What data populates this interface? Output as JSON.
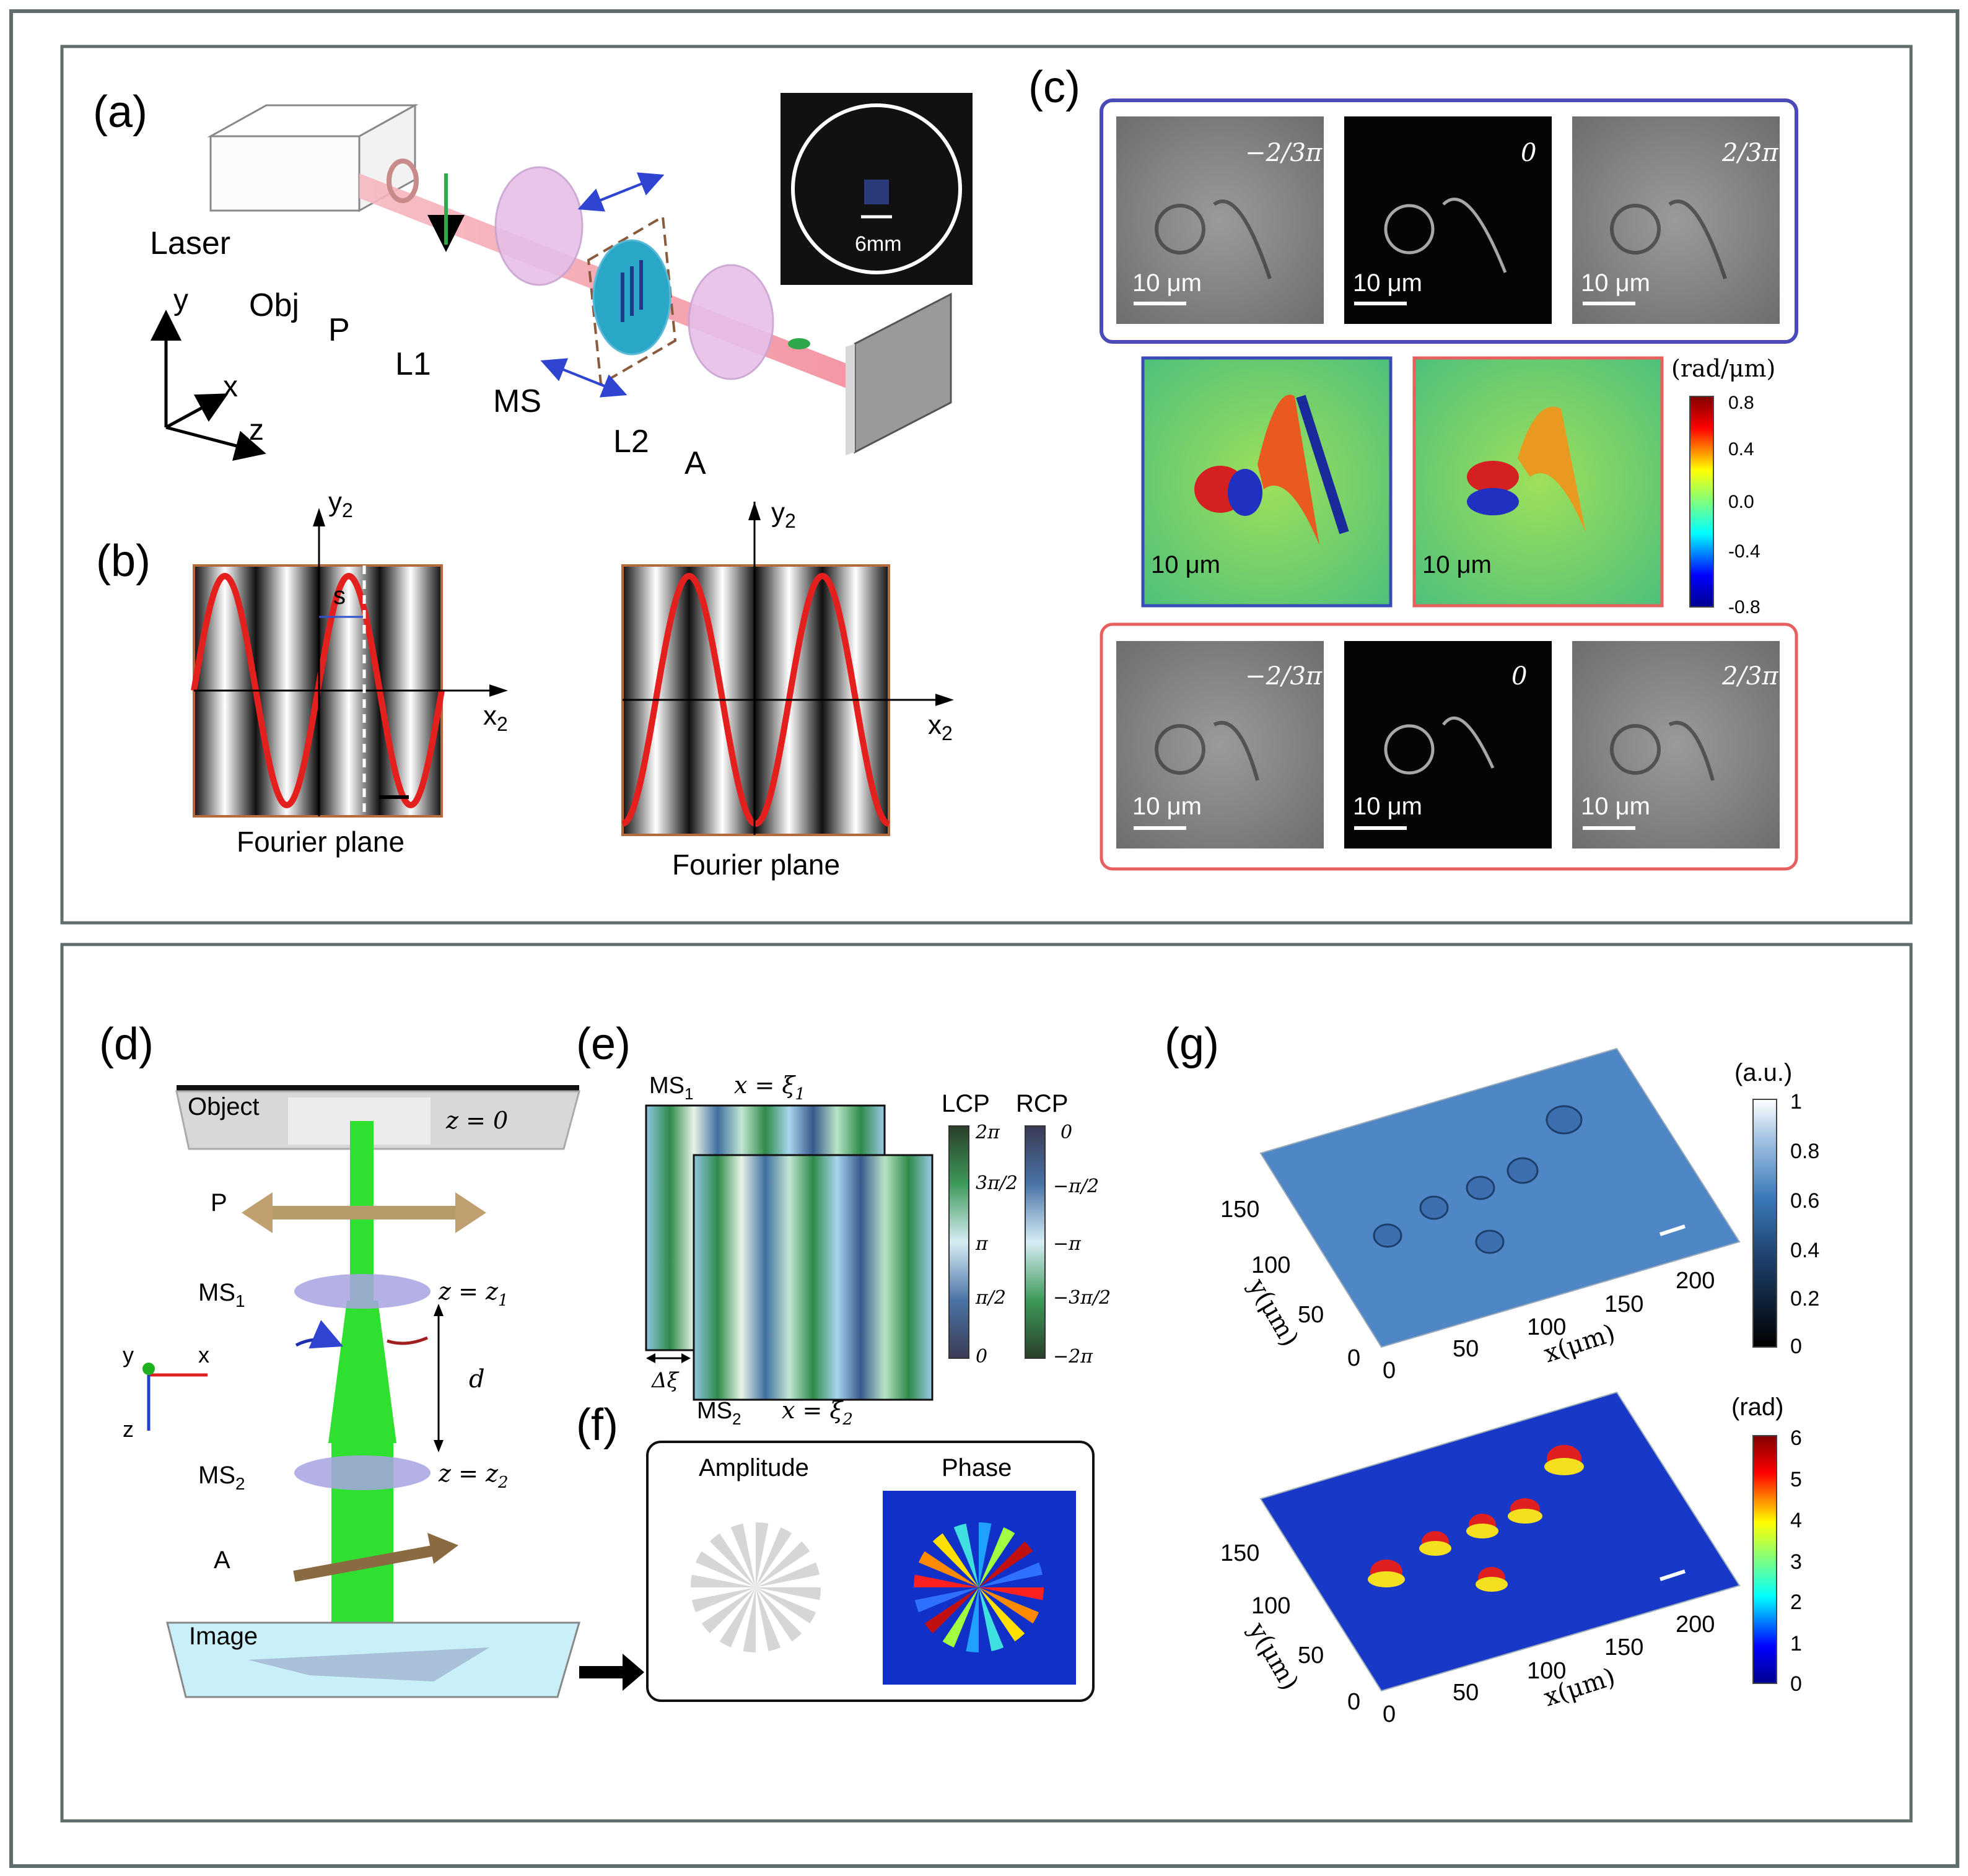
{
  "panel_a": {
    "label": "(a)",
    "components": {
      "laser": "Laser",
      "obj": "Obj",
      "p": "P",
      "l1": "L1",
      "ms": "MS",
      "l2": "L2",
      "a": "A"
    },
    "axes": {
      "y": "y",
      "x": "x",
      "z": "z"
    },
    "inset_scale": "6mm"
  },
  "panel_b": {
    "label": "(b)",
    "left": {
      "y_axis": "y",
      "y_sub": "2",
      "x_axis": "x",
      "x_sub": "2",
      "shift": "s",
      "caption": "Fourier plane"
    },
    "right": {
      "y_axis": "y",
      "y_sub": "2",
      "x_axis": "x",
      "x_sub": "2",
      "caption": "Fourier plane"
    }
  },
  "panel_c": {
    "label": "(c)",
    "scale": "10 μm",
    "phase_top": [
      "−2/3π",
      "0",
      "2/3π"
    ],
    "phase_bottom": [
      "−2/3π",
      "0",
      "2/3π"
    ],
    "colorbar": {
      "unit": "(rad/μm)",
      "ticks": [
        "0.8",
        "0.4",
        "0.0",
        "-0.4",
        "-0.8"
      ]
    }
  },
  "panel_d": {
    "label": "(d)",
    "object": "Object",
    "z0": "z = 0",
    "p": "P",
    "ms1": "MS",
    "ms1_sub": "1",
    "z1": "z = z",
    "z1_sub": "1",
    "d": "d",
    "ms2": "MS",
    "ms2_sub": "2",
    "z2": "z = z",
    "z2_sub": "2",
    "a": "A",
    "image": "Image",
    "axes": {
      "y": "y",
      "x": "x",
      "z": "z"
    }
  },
  "panel_e": {
    "label": "(e)",
    "ms1": "MS",
    "ms1_sub": "1",
    "x1": "x = ξ",
    "x1_sub": "1",
    "ms2": "MS",
    "ms2_sub": "2",
    "x2": "x = ξ",
    "x2_sub": "2",
    "delta": "Δξ",
    "lcp": {
      "title": "LCP",
      "ticks": [
        "2π",
        "3π/2",
        "π",
        "π/2",
        "0"
      ]
    },
    "rcp": {
      "title": "RCP",
      "ticks": [
        "0",
        "−π/2",
        "−π",
        "−3π/2",
        "−2π"
      ]
    }
  },
  "panel_f": {
    "label": "(f)",
    "amplitude": "Amplitude",
    "phase": "Phase"
  },
  "panel_g": {
    "label": "(g)",
    "top": {
      "unit": "(a.u.)",
      "colorbar_ticks": [
        "1",
        "0.8",
        "0.6",
        "0.4",
        "0.2",
        "0"
      ],
      "y_ticks": [
        "150",
        "100",
        "50",
        "0"
      ],
      "y_label": "y(μm)",
      "x_ticks": [
        "0",
        "50",
        "100",
        "150",
        "200"
      ],
      "x_label": "x(μm)"
    },
    "bottom": {
      "unit": "(rad)",
      "colorbar_ticks": [
        "6",
        "5",
        "4",
        "3",
        "2",
        "1",
        "0"
      ],
      "y_ticks": [
        "150",
        "100",
        "50",
        "0"
      ],
      "y_label": "y(μm)",
      "x_ticks": [
        "0",
        "50",
        "100",
        "150",
        "200"
      ],
      "x_label": "x(μm)"
    }
  }
}
